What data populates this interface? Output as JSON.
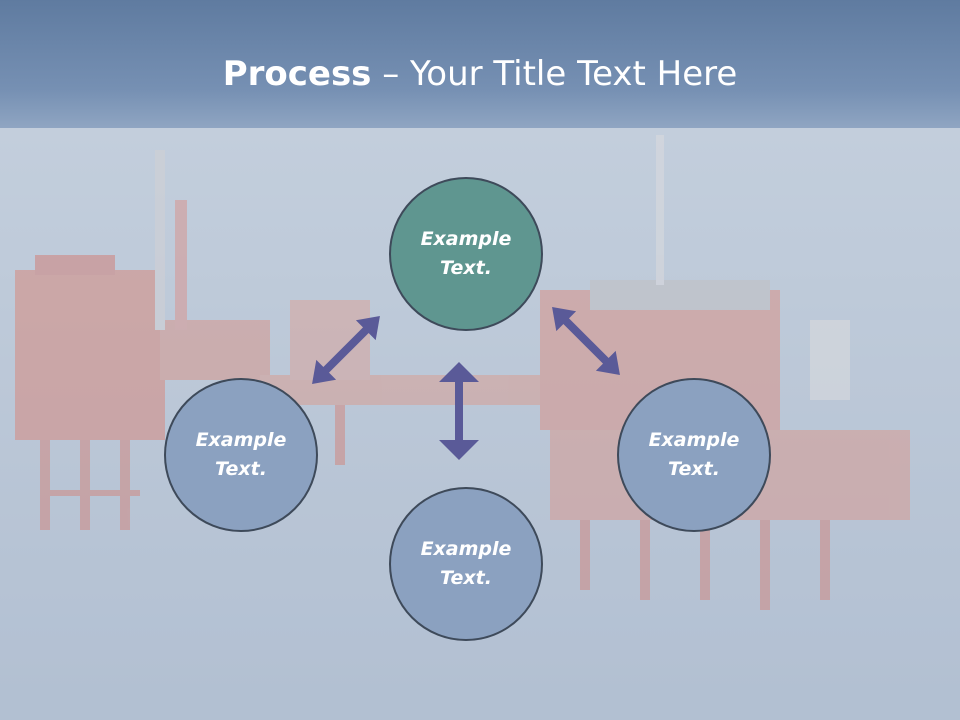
{
  "title": {
    "bold": "Process",
    "rest": " – Your Title Text Here"
  },
  "nodes": [
    {
      "id": "top",
      "label": "Example Text."
    },
    {
      "id": "left",
      "label": "Example Text."
    },
    {
      "id": "right",
      "label": "Example Text."
    },
    {
      "id": "bottom",
      "label": "Example Text."
    }
  ],
  "colors": {
    "accent_teal": "#5f9690",
    "node_blue": "#8ba1c0",
    "arrow": "#5a5a98",
    "title_bar": "#6f89ad"
  }
}
